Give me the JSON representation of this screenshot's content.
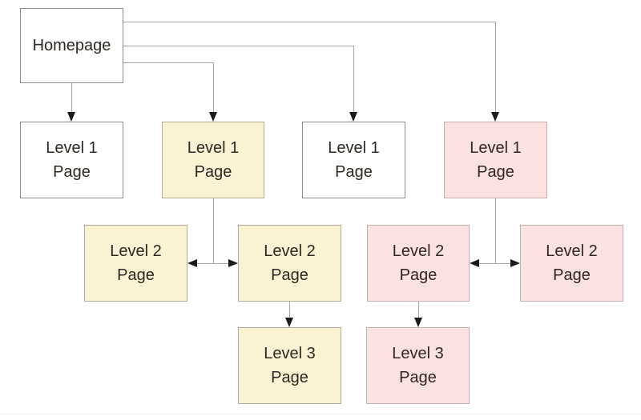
{
  "diagram": {
    "type": "sitemap-hierarchy",
    "nodes": [
      {
        "id": "homepage",
        "lines": [
          "Homepage"
        ],
        "fill": "white"
      },
      {
        "id": "level1-a",
        "lines": [
          "Level 1",
          "Page"
        ],
        "fill": "white"
      },
      {
        "id": "level1-b",
        "lines": [
          "Level 1",
          "Page"
        ],
        "fill": "yellow"
      },
      {
        "id": "level1-c",
        "lines": [
          "Level 1",
          "Page"
        ],
        "fill": "white"
      },
      {
        "id": "level1-d",
        "lines": [
          "Level 1",
          "Page"
        ],
        "fill": "pink"
      },
      {
        "id": "level2-a",
        "lines": [
          "Level 2",
          "Page"
        ],
        "fill": "yellow"
      },
      {
        "id": "level2-b",
        "lines": [
          "Level 2",
          "Page"
        ],
        "fill": "yellow"
      },
      {
        "id": "level2-c",
        "lines": [
          "Level 2",
          "Page"
        ],
        "fill": "pink"
      },
      {
        "id": "level2-d",
        "lines": [
          "Level 2",
          "Page"
        ],
        "fill": "pink"
      },
      {
        "id": "level3-a",
        "lines": [
          "Level 3",
          "Page"
        ],
        "fill": "yellow"
      },
      {
        "id": "level3-b",
        "lines": [
          "Level 3",
          "Page"
        ],
        "fill": "pink"
      }
    ],
    "edges": [
      {
        "from": "homepage",
        "to": "level1-a",
        "style": "arrow-down"
      },
      {
        "from": "homepage",
        "to": "level1-b",
        "style": "arrow-down"
      },
      {
        "from": "homepage",
        "to": "level1-c",
        "style": "arrow-down"
      },
      {
        "from": "homepage",
        "to": "level1-d",
        "style": "arrow-down"
      },
      {
        "from": "level1-b",
        "to": "level2-a",
        "style": "arrow-side"
      },
      {
        "from": "level1-b",
        "to": "level2-b",
        "style": "arrow-side"
      },
      {
        "from": "level1-d",
        "to": "level2-c",
        "style": "arrow-side"
      },
      {
        "from": "level1-d",
        "to": "level2-d",
        "style": "arrow-side"
      },
      {
        "from": "level2-b",
        "to": "level3-a",
        "style": "arrow-down"
      },
      {
        "from": "level2-c",
        "to": "level3-b",
        "style": "arrow-down"
      }
    ]
  },
  "colors": {
    "canvas_bg": "#FFFFFF",
    "fill_white": "#FFFFFF",
    "fill_yellow": "#FBF1D3",
    "fill_pink": "#FBE1DF",
    "border_white": "#8C8C8C",
    "border_yellow": "#B5AC96",
    "border_pink": "#C9AFAB",
    "text": "#2F2822",
    "connector_line": "#A6A6A6",
    "arrowhead": "#1A1A1A"
  }
}
